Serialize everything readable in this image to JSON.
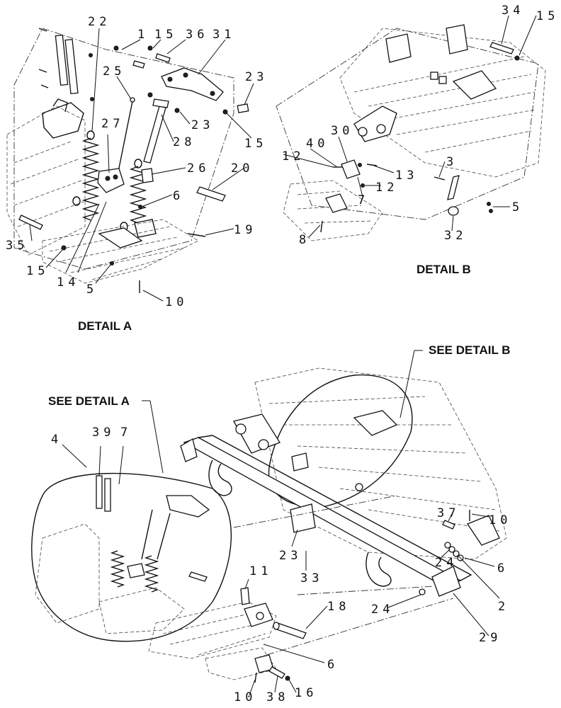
{
  "titles": {
    "detail_a": "DETAIL A",
    "detail_b": "DETAIL B",
    "see_detail_a": "SEE DETAIL A",
    "see_detail_b": "SEE DETAIL B"
  },
  "detail_a_callouts": [
    "22",
    "1",
    "15",
    "36",
    "31",
    "25",
    "23",
    "23",
    "15",
    "27",
    "28",
    "26",
    "20",
    "6",
    "19",
    "35",
    "15",
    "14",
    "5",
    "10"
  ],
  "detail_b_callouts": [
    "34",
    "15",
    "30",
    "40",
    "12",
    "13",
    "12",
    "7",
    "3",
    "5",
    "32",
    "8"
  ],
  "main_callouts": [
    "4",
    "39",
    "7",
    "37",
    "10",
    "23",
    "33",
    "24",
    "6",
    "2",
    "11",
    "18",
    "24",
    "29",
    "6",
    "10",
    "38",
    "16"
  ]
}
